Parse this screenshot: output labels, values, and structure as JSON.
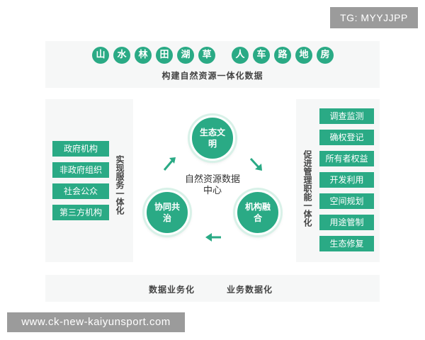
{
  "badges": {
    "top": "TG: MYYJJPP",
    "bottom": "www.ck-new-kaiyunsport.com"
  },
  "top_row": {
    "items": [
      "山",
      "水",
      "林",
      "田",
      "湖",
      "草",
      "人",
      "车",
      "路",
      "地",
      "房"
    ],
    "caption": "构建自然资源一体化数据"
  },
  "left": {
    "items": [
      "政府机构",
      "非政府组织",
      "社会公众",
      "第三方机构"
    ],
    "label": "实现服务一体化"
  },
  "right": {
    "items": [
      "调查监测",
      "确权登记",
      "所有者权益",
      "开发利用",
      "空间规划",
      "用途管制",
      "生态修复"
    ],
    "label": "促进管理职能一体化"
  },
  "center": {
    "title": "自然资源数据中心",
    "nodes": {
      "top": "生态文明",
      "left": "协同共治",
      "right": "机构融合"
    }
  },
  "bottom": {
    "left_caption": "数据业务化",
    "right_caption": "业务数据化"
  },
  "colors": {
    "accent": "#2aaa85",
    "panel": "#f6f7f7",
    "badge": "#9b9b9b"
  }
}
